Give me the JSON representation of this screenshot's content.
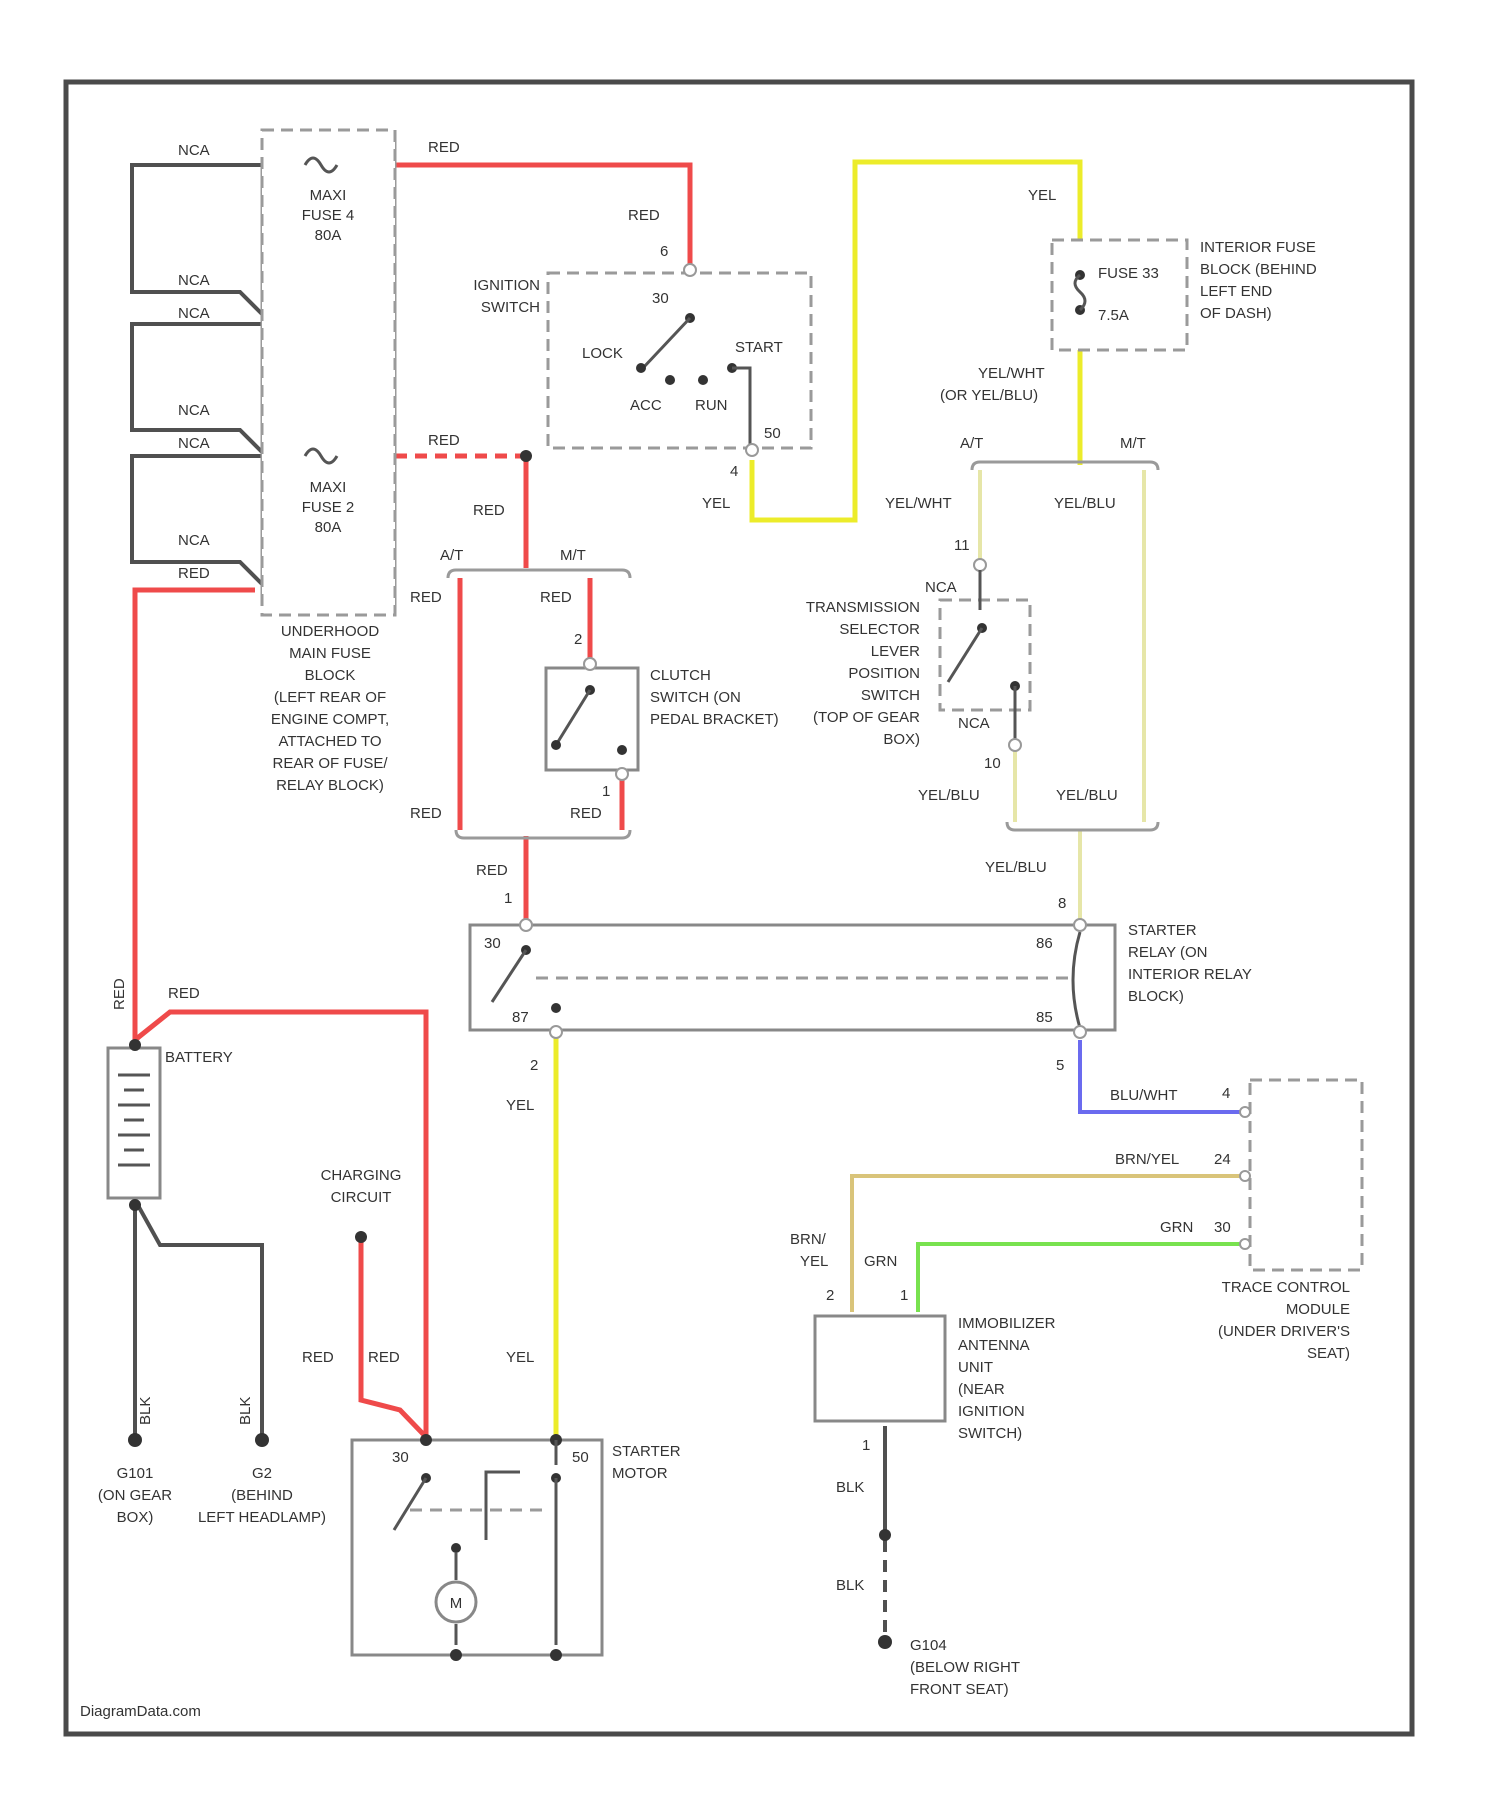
{
  "wire_labels": {
    "nca_1": "NCA",
    "nca_2": "NCA",
    "nca_3": "NCA",
    "nca_4": "NCA",
    "nca_5": "NCA",
    "nca_6": "NCA",
    "red_top": "RED",
    "red_ign": "RED",
    "red_mid": "RED",
    "red_drop": "RED",
    "red_at": "RED",
    "red_mt": "RED",
    "red_at_low": "RED",
    "red_mt_low": "RED",
    "red_relay": "RED",
    "red_batt_v": "RED",
    "red_batt": "RED",
    "red_chg1": "RED",
    "red_chg2": "RED",
    "red_fuse2_in": "RED",
    "yel_ign": "YEL",
    "yel_top": "YEL",
    "yel_relay": "YEL",
    "yel_starter": "YEL",
    "yelwht_fuse": "YEL/WHT",
    "yelwht_alt": "(OR YEL/BLU)",
    "at_left": "A/T",
    "mt_left": "M/T",
    "at_right": "A/T",
    "mt_right": "M/T",
    "yelwht_at": "YEL/WHT",
    "yelblu_mt": "YEL/BLU",
    "yelblu_low_left": "YEL/BLU",
    "yelblu_low_right": "YEL/BLU",
    "yelblu_relay": "YEL/BLU",
    "bluwht": "BLU/WHT",
    "brnyel": "BRN/YEL",
    "grn": "GRN",
    "brn_imm": "BRN/",
    "yel_imm": "YEL",
    "grn_imm": "GRN",
    "blk_g101": "BLK",
    "blk_g2": "BLK",
    "blk_imm1": "BLK",
    "blk_imm2": "BLK",
    "nca_trans1": "NCA",
    "nca_trans2": "NCA"
  },
  "pins": {
    "ign_top": "6",
    "ign_30": "30",
    "ign_50": "50",
    "ign_bottom": "4",
    "clutch_top": "2",
    "clutch_bottom": "1",
    "relay_in": "1",
    "relay_30": "30",
    "relay_87": "87",
    "relay_out": "2",
    "relay_86": "86",
    "relay_85": "85",
    "relay_top_right": "8",
    "relay_bottom_right": "5",
    "trans_11": "11",
    "trans_10": "10",
    "mod_4": "4",
    "mod_24": "24",
    "mod_30": "30",
    "imm_2": "2",
    "imm_1": "1",
    "imm_gnd": "1",
    "starter_30": "30",
    "starter_50": "50"
  },
  "ignition": {
    "name_1": "IGNITION",
    "name_2": "SWITCH",
    "lock": "LOCK",
    "acc": "ACC",
    "run": "RUN",
    "start": "START"
  },
  "main_fuse_block": {
    "fuse_a_1": "MAXI",
    "fuse_a_2": "FUSE 4",
    "fuse_a_3": "80A",
    "fuse_b_1": "MAXI",
    "fuse_b_2": "FUSE 2",
    "fuse_b_3": "80A",
    "desc": [
      "UNDERHOOD",
      "MAIN FUSE",
      "BLOCK",
      "(LEFT REAR OF",
      "ENGINE COMPT,",
      "ATTACHED TO",
      "REAR OF FUSE/",
      "RELAY BLOCK)"
    ]
  },
  "interior_fuse": {
    "fuse_1": "FUSE 33",
    "fuse_2": "7.5A",
    "desc": [
      "INTERIOR FUSE",
      "BLOCK (BEHIND",
      "LEFT END",
      "OF DASH)"
    ]
  },
  "clutch_switch": {
    "desc": [
      "CLUTCH",
      "SWITCH (ON",
      "PEDAL BRACKET)"
    ]
  },
  "trans_switch": {
    "desc": [
      "TRANSMISSION",
      "SELECTOR",
      "LEVER",
      "POSITION",
      "SWITCH",
      "(TOP OF GEAR",
      "BOX)"
    ]
  },
  "starter_relay": {
    "desc": [
      "STARTER",
      "RELAY (ON",
      "INTERIOR RELAY",
      "BLOCK)"
    ]
  },
  "battery": {
    "label": "BATTERY"
  },
  "charging": {
    "desc": [
      "CHARGING",
      "CIRCUIT"
    ]
  },
  "starter_motor": {
    "desc": [
      "STARTER",
      "MOTOR"
    ],
    "motor_symbol": "M"
  },
  "trace_module": {
    "desc": [
      "TRACE CONTROL",
      "MODULE",
      "(UNDER DRIVER'S",
      "SEAT)"
    ]
  },
  "immobilizer": {
    "desc": [
      "IMMOBILIZER",
      "ANTENNA",
      "UNIT",
      "(NEAR",
      "IGNITION",
      "SWITCH)"
    ]
  },
  "grounds": {
    "g101": [
      "G101",
      "(ON GEAR",
      "BOX)"
    ],
    "g2": [
      "G2",
      "(BEHIND",
      "LEFT HEADLAMP)"
    ],
    "g104": [
      "G104",
      "(BELOW RIGHT",
      "FRONT SEAT)"
    ]
  },
  "watermark": "DiagramData.com"
}
